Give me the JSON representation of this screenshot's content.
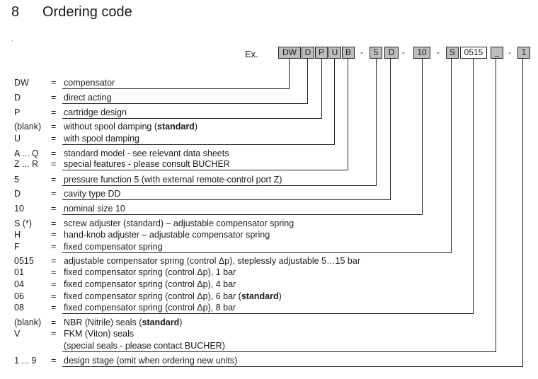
{
  "header": {
    "number": "8",
    "title": "Ordering code"
  },
  "example": {
    "label": "Ex.",
    "boxes": [
      "DW",
      "D",
      "P",
      "U",
      "B",
      "5",
      "D",
      "10",
      "S",
      "0515",
      "_",
      "1"
    ],
    "separator": "-"
  },
  "rows": [
    {
      "code": "DW",
      "eq": "=",
      "text": "compensator",
      "bold": ""
    },
    {
      "code": "D",
      "eq": "=",
      "text": "direct acting",
      "bold": ""
    },
    {
      "code": "P",
      "eq": "=",
      "text": "cartridge design",
      "bold": ""
    },
    {
      "code": "(blank)",
      "eq": "=",
      "text": "without spool damping (",
      "bold": "standard",
      "after": ")"
    },
    {
      "code": "U",
      "eq": "=",
      "text": "with spool damping",
      "bold": ""
    },
    {
      "code": "A ... Q",
      "eq": "=",
      "text": "standard model - see relevant data sheets",
      "bold": ""
    },
    {
      "code": "Z ... R",
      "eq": "=",
      "text": "special features - please consult BUCHER",
      "bold": ""
    },
    {
      "code": "5",
      "eq": "=",
      "text": "pressure function 5 (with external remote-control port Z)",
      "bold": ""
    },
    {
      "code": "D",
      "eq": "=",
      "text": "cavity type DD",
      "bold": ""
    },
    {
      "code": "10",
      "eq": "=",
      "text": "nominal size 10",
      "bold": ""
    },
    {
      "code": "S (*)",
      "eq": "=",
      "text": "screw adjuster (standard) – adjustable compensator spring",
      "bold": ""
    },
    {
      "code": "H",
      "eq": "=",
      "text": "hand-knob adjuster – adjustable compensator spring",
      "bold": ""
    },
    {
      "code": "F",
      "eq": "=",
      "text": "fixed compensator spring",
      "bold": ""
    },
    {
      "code": "0515",
      "eq": "=",
      "text": "adjustable compensator spring (control Δp), steplessly adjustable 5…15 bar",
      "bold": ""
    },
    {
      "code": "01",
      "eq": "=",
      "text": "fixed compensator spring (control Δp),   1 bar",
      "bold": ""
    },
    {
      "code": "04",
      "eq": "=",
      "text": "fixed compensator spring (control Δp),   4 bar",
      "bold": ""
    },
    {
      "code": "06",
      "eq": "=",
      "text": "fixed compensator spring (control Δp),   6 bar (",
      "bold": "standard",
      "after": ")"
    },
    {
      "code": "08",
      "eq": "=",
      "text": "fixed compensator spring (control Δp),   8 bar",
      "bold": ""
    },
    {
      "code": "(blank)",
      "eq": "=",
      "text": "NBR (Nitrile) seals  (",
      "bold": "standard",
      "after": ")"
    },
    {
      "code": "V",
      "eq": "=",
      "text": "FKM (Viton) seals",
      "bold": ""
    },
    {
      "code": "",
      "eq": "",
      "text": "(special seals - please contact BUCHER)",
      "bold": ""
    },
    {
      "code": "1 ... 9",
      "eq": "=",
      "text": "design stage (omit when ordering new units)",
      "bold": ""
    }
  ]
}
